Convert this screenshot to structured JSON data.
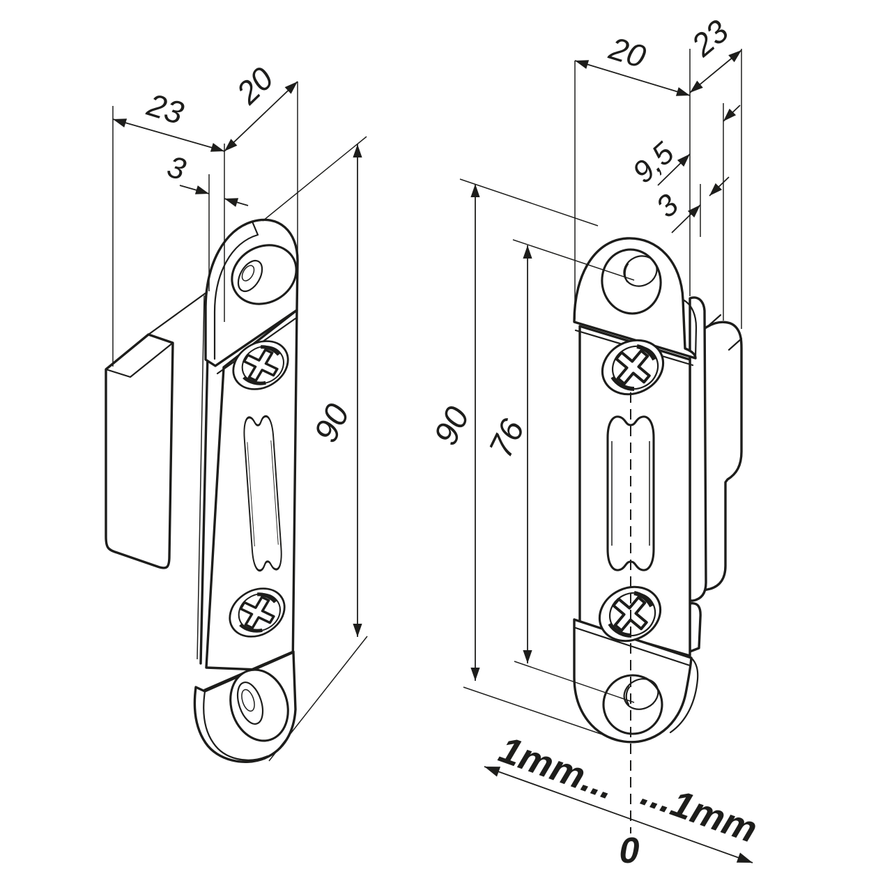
{
  "drawing": {
    "type": "technical-dimension-drawing",
    "subject": "adjustable strike plate (lock keeper) shown in two axonometric views with millimetre dimensions",
    "background": "#ffffff",
    "line_color": "#1d1d1b",
    "views": [
      {
        "id": "left",
        "name": "side axonometric view",
        "dimension_labels": [
          "23",
          "20",
          "3",
          "90"
        ]
      },
      {
        "id": "right",
        "name": "front axonometric view",
        "dimension_labels": [
          "20",
          "23",
          "9,5",
          "3",
          "90",
          "76"
        ]
      }
    ],
    "dims": {
      "l23": "23",
      "l20": "20",
      "l3": "3",
      "l90": "90",
      "r20": "20",
      "r23": "23",
      "r95": "9,5",
      "r3": "3",
      "r90": "90",
      "r76": "76"
    },
    "adjustment": {
      "left": "1mm...",
      "right": "...1mm",
      "zero": "0"
    }
  }
}
